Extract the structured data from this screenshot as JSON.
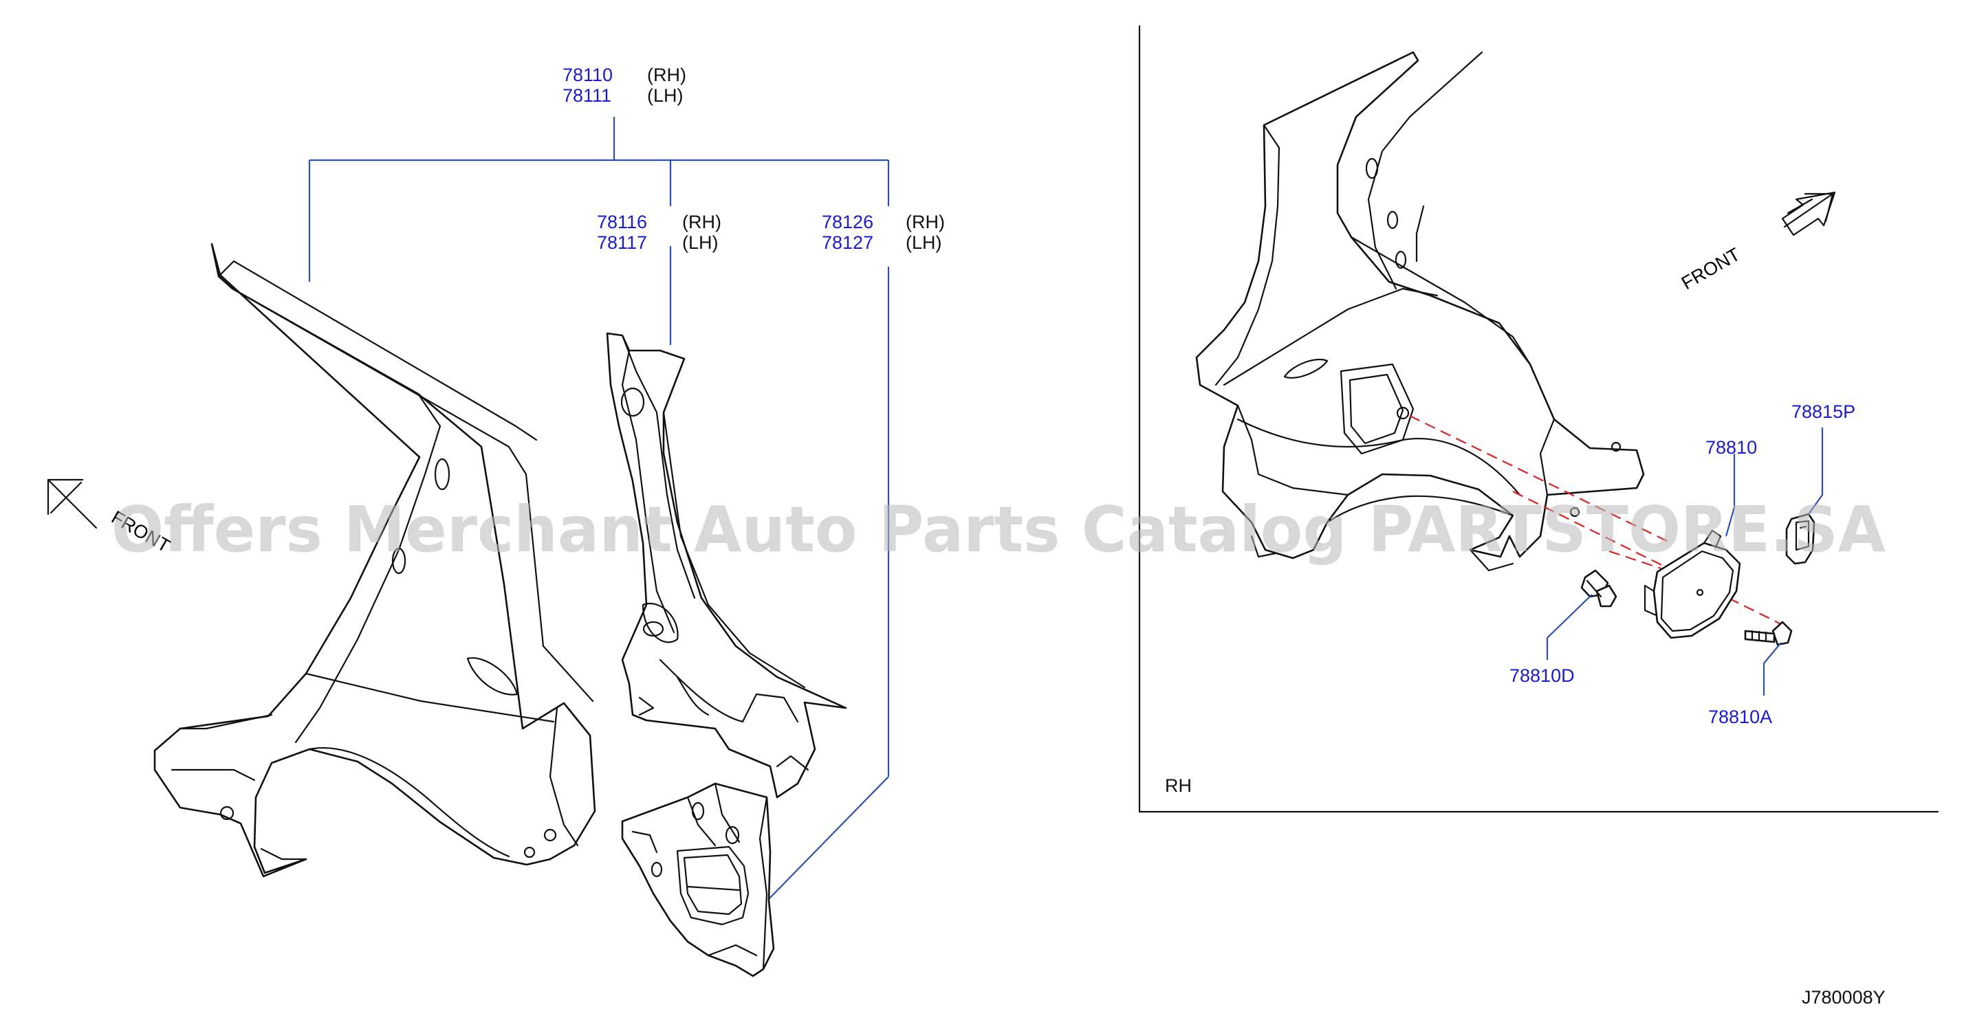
{
  "labels": {
    "p78110": "78110",
    "p78111": "78111",
    "p78116": "78116",
    "p78117": "78117",
    "p78126": "78126",
    "p78127": "78127",
    "p78815P": "78815P",
    "p78810": "78810",
    "p78810D": "78810D",
    "p78810A": "78810A",
    "rh": "(RH)",
    "lh": "(LH)"
  },
  "front_left": "FRONT",
  "front_right": "FRONT",
  "panel_label": "RH",
  "diagram_code": "J780008Y",
  "watermark": "Offers Merchant Auto Parts Catalog PARTSTORE.SA",
  "colors": {
    "part_number": "#1a1ad0",
    "leader": "#2b4fb5",
    "dashed_line": "#e02020"
  }
}
